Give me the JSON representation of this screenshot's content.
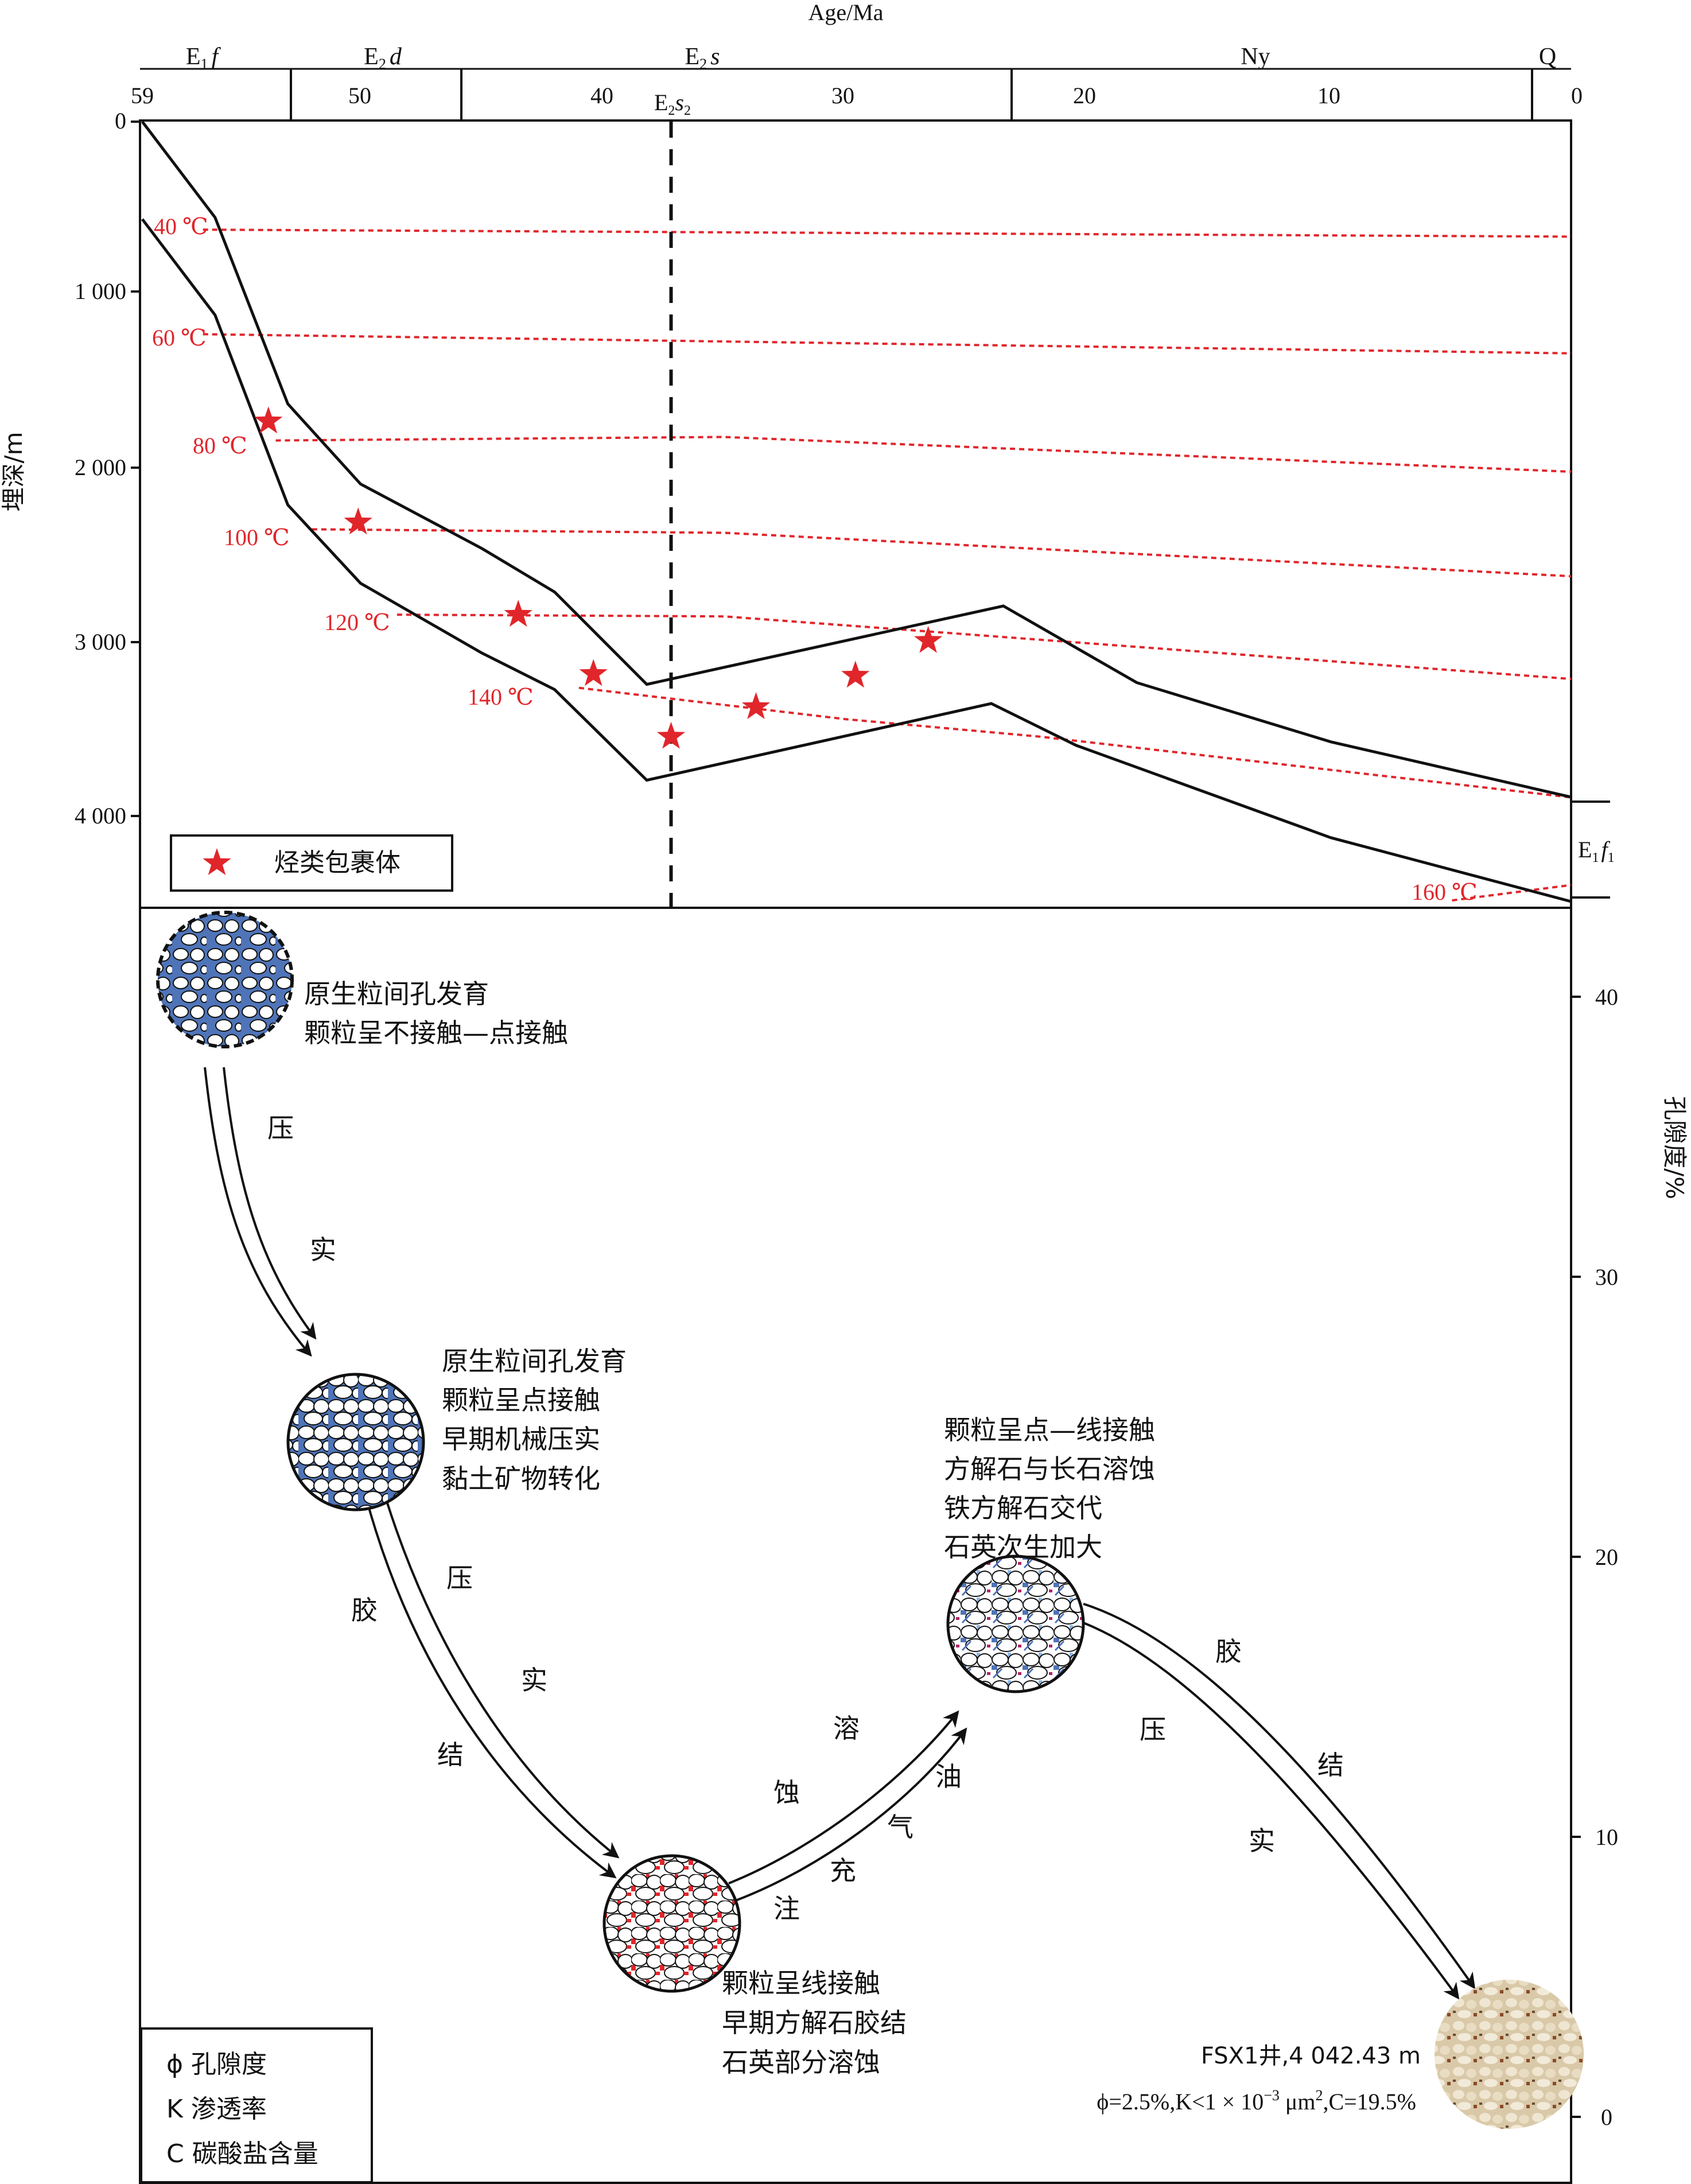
{
  "top_axis": {
    "title": "Age/Ma",
    "ticks": [
      "59",
      "50",
      "40",
      "30",
      "20",
      "10",
      "0"
    ],
    "periods": [
      {
        "main": "E",
        "sub": "1",
        "suffix": "f"
      },
      {
        "main": "E",
        "sub": "2",
        "suffix": "d"
      },
      {
        "main": "E",
        "sub": "2",
        "suffix": "s"
      },
      {
        "main": "Ny",
        "sub": "",
        "suffix": ""
      },
      {
        "main": "Q",
        "sub": "",
        "suffix": ""
      }
    ],
    "marker": {
      "main": "E",
      "sub1": "2",
      "mid": "s",
      "sub2": "2"
    }
  },
  "depth_axis": {
    "title": "埋深/m",
    "ticks": [
      "0",
      "1 000",
      "2 000",
      "3 000",
      "4 000"
    ]
  },
  "porosity_axis": {
    "title": "孔隙度/%",
    "ticks": [
      "40",
      "30",
      "20",
      "10",
      "0"
    ]
  },
  "isotherms": [
    "40 ℃",
    "60 ℃",
    "80 ℃",
    "100 ℃",
    "120 ℃",
    "140 ℃",
    "160 ℃"
  ],
  "legend": {
    "inclusion": "烃类包裹体"
  },
  "formation_label": {
    "main": "E",
    "sub1": "1",
    "mid": "f",
    "sub2": "1"
  },
  "stages": [
    {
      "lines": [
        "原生粒间孔发育",
        "颗粒呈不接触—点接触"
      ]
    },
    {
      "lines": [
        "原生粒间孔发育",
        "颗粒呈点接触",
        "早期机械压实",
        "黏土矿物转化"
      ]
    },
    {
      "lines": [
        "颗粒呈线接触",
        "早期方解石胶结",
        "石英部分溶蚀"
      ]
    },
    {
      "lines": [
        "颗粒呈点—线接触",
        "方解石与长石溶蚀",
        "铁方解石交代",
        "石英次生加大"
      ]
    }
  ],
  "processes": {
    "p1": [
      "压",
      "实"
    ],
    "p2a": [
      "压",
      "实"
    ],
    "p2b": [
      "胶",
      "结"
    ],
    "p3a": [
      "溶",
      "蚀",
      "充",
      "注"
    ],
    "p3b": [
      "油",
      "气"
    ],
    "p4a": [
      "胶",
      "结"
    ],
    "p4b": [
      "压",
      "实"
    ]
  },
  "sample": {
    "well": "FSX1井,4 042.43 m",
    "props_pre": "ϕ=2.5%,K<1 × 10",
    "props_exp1": "−3",
    "props_mid": " μm",
    "props_exp2": "2",
    "props_post": ",C=19.5%"
  },
  "abbrev_legend": [
    "ϕ 孔隙度",
    "K 渗透率",
    "C 碳酸盐含量"
  ],
  "colors": {
    "inclusion": "#e0262b",
    "isotherm": "#e0262b",
    "pore": "#4f74b8",
    "cement": "#e0262b"
  },
  "chart_data": {
    "type": "line",
    "x_axis": {
      "label": "Age/Ma",
      "range": [
        59,
        0
      ],
      "ticks": [
        59,
        50,
        40,
        30,
        20,
        10,
        0
      ]
    },
    "y_axis": {
      "label": "埋深/m",
      "range": [
        0,
        4400
      ],
      "ticks": [
        0,
        1000,
        2000,
        3000,
        4000
      ]
    },
    "burial_curves": [
      {
        "points": [
          [
            59,
            0
          ],
          [
            56,
            550
          ],
          [
            53,
            1620
          ],
          [
            50,
            2080
          ],
          [
            45,
            2450
          ],
          [
            42,
            2700
          ],
          [
            38.2,
            3230
          ],
          [
            23.5,
            2780
          ],
          [
            18,
            3220
          ],
          [
            10,
            3560
          ],
          [
            0,
            3880
          ]
        ]
      },
      {
        "points": [
          [
            59,
            560
          ],
          [
            56,
            1110
          ],
          [
            53,
            2200
          ],
          [
            50,
            2650
          ],
          [
            45,
            3050
          ],
          [
            42,
            3260
          ],
          [
            38.2,
            3780
          ],
          [
            24,
            3340
          ],
          [
            20.5,
            3580
          ],
          [
            10,
            4110
          ],
          [
            0,
            4480
          ]
        ]
      }
    ],
    "isotherms": [
      {
        "label": "40 ℃",
        "points": [
          [
            56.5,
            620
          ],
          [
            0,
            660
          ]
        ]
      },
      {
        "label": "60 ℃",
        "points": [
          [
            56.5,
            1220
          ],
          [
            0,
            1330
          ]
        ]
      },
      {
        "label": "80 ℃",
        "points": [
          [
            53.5,
            1830
          ],
          [
            35,
            1810
          ],
          [
            0,
            2010
          ]
        ]
      },
      {
        "label": "100 ℃",
        "points": [
          [
            52,
            2340
          ],
          [
            35,
            2360
          ],
          [
            0,
            2610
          ]
        ]
      },
      {
        "label": "120 ℃",
        "points": [
          [
            48.5,
            2830
          ],
          [
            35,
            2840
          ],
          [
            0,
            3200
          ]
        ]
      },
      {
        "label": "140 ℃",
        "points": [
          [
            41,
            3250
          ],
          [
            30,
            3430
          ],
          [
            22,
            3530
          ],
          [
            0,
            3880
          ]
        ]
      },
      {
        "label": "160 ℃",
        "points": [
          [
            5,
            4470
          ],
          [
            0,
            4380
          ]
        ]
      }
    ],
    "inclusions": [
      [
        53.8,
        1720
      ],
      [
        50.1,
        2300
      ],
      [
        43.5,
        2830
      ],
      [
        40.4,
        3170
      ],
      [
        37.2,
        3530
      ],
      [
        33.7,
        3360
      ],
      [
        29.6,
        3180
      ],
      [
        26.6,
        2980
      ]
    ],
    "marker_age": 37.2
  }
}
